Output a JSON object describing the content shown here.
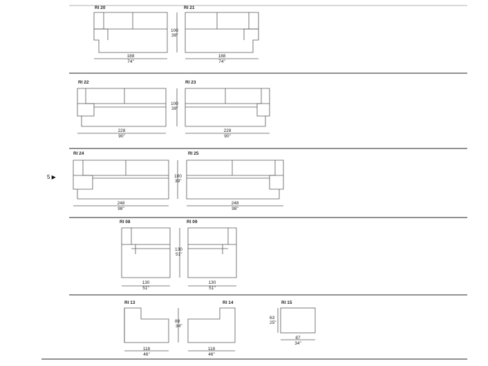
{
  "page_marker": "5 ▶",
  "rows": [
    {
      "items": [
        {
          "label": "RI 20",
          "width_cm": "188",
          "width_in": "74\""
        },
        {
          "label": "RI 21",
          "width_cm": "188",
          "width_in": "74\""
        }
      ],
      "depth_cm": "100",
      "depth_in": "39\""
    },
    {
      "items": [
        {
          "label": "RI 22",
          "width_cm": "228",
          "width_in": "90\""
        },
        {
          "label": "RI 23",
          "width_cm": "228",
          "width_in": "90\""
        }
      ],
      "depth_cm": "100",
      "depth_in": "39\""
    },
    {
      "items": [
        {
          "label": "RI 24",
          "width_cm": "248",
          "width_in": "98\""
        },
        {
          "label": "RI 25",
          "width_cm": "248",
          "width_in": "98\""
        }
      ],
      "depth_cm": "100",
      "depth_in": "39\""
    },
    {
      "items": [
        {
          "label": "RI 08",
          "width_cm": "130",
          "width_in": "51\""
        },
        {
          "label": "RI 09",
          "width_cm": "130",
          "width_in": "51\""
        }
      ],
      "depth_cm": "130",
      "depth_in": "51\""
    },
    {
      "items": [
        {
          "label": "RI 13",
          "width_cm": "118",
          "width_in": "46\""
        },
        {
          "label": "RI 14",
          "width_cm": "118",
          "width_in": "46\""
        },
        {
          "label": "RI 15",
          "width_cm": "87",
          "width_in": "34\""
        }
      ],
      "depth_cm": "88",
      "depth_in": "34\"",
      "extra_depth_cm": "63",
      "extra_depth_in": "25\""
    }
  ]
}
